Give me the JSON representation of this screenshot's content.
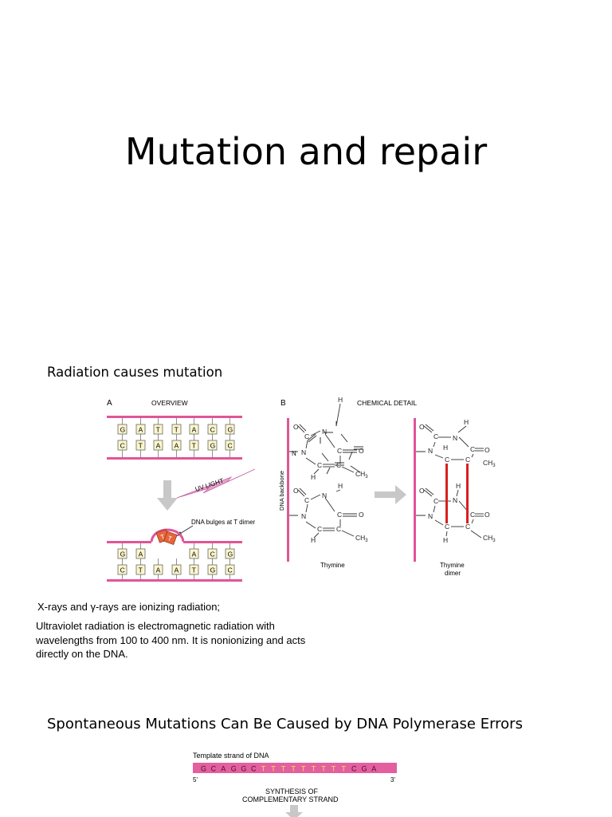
{
  "title": "Mutation and repair",
  "section1": {
    "heading": "Radiation causes mutation",
    "figure": {
      "panel_a_letter": "A",
      "panel_a_title": "OVERVIEW",
      "top_strand": [
        "G",
        "A",
        "T",
        "T",
        "A",
        "C",
        "G"
      ],
      "bottom_strand": [
        "C",
        "T",
        "A",
        "A",
        "T",
        "G",
        "C"
      ],
      "uv_label": "UV LIGHT",
      "bulge_label": "DNA bulges at T dimer",
      "dimer_letters": [
        "T",
        "T"
      ],
      "mutated_top_left": [
        "G",
        "A"
      ],
      "mutated_top_right": [
        "A",
        "C",
        "G"
      ],
      "mutated_bottom": [
        "C",
        "T",
        "A",
        "A",
        "T",
        "G",
        "C"
      ],
      "panel_b_letter": "B",
      "panel_b_title": "CHEMICAL DETAIL",
      "backbone_label": "DNA backbone",
      "thymine_label": "Thymine",
      "dimer_label_1": "Thymine",
      "dimer_label_2": "dimer",
      "atoms": {
        "O": "O",
        "C": "C",
        "N": "N",
        "H": "H",
        "CH3": "CH",
        "sub3": "3"
      }
    },
    "para1": "X-rays and γ-rays are ionizing radiation;",
    "para2": "Ultraviolet radiation is electromagnetic radiation with wavelengths from 100 to 400 nm. It is nonionizing and acts directly on the DNA."
  },
  "section2": {
    "heading": "Spontaneous Mutations Can Be Caused by DNA Polymerase Errors",
    "figure": {
      "template_label": "Template strand of DNA",
      "sequence_left": [
        "G",
        "C",
        "A",
        "G",
        "G",
        "C"
      ],
      "sequence_t": [
        "T",
        "T",
        "T",
        "T",
        "T",
        "T",
        "T",
        "T",
        "T"
      ],
      "sequence_right": [
        "C",
        "G",
        "A"
      ],
      "end_left": "5'",
      "end_right": "3'",
      "synthesis_line1": "SYNTHESIS OF",
      "synthesis_line2": "COMPLEMENTARY STRAND"
    }
  },
  "colors": {
    "strand": "#e05598",
    "base_fill": "#fbf6cc",
    "dimer": "#e8643a",
    "bond_red": "#d8201e",
    "arrow_gray": "#c8c8c8",
    "t_yellow": "#f2e063"
  }
}
